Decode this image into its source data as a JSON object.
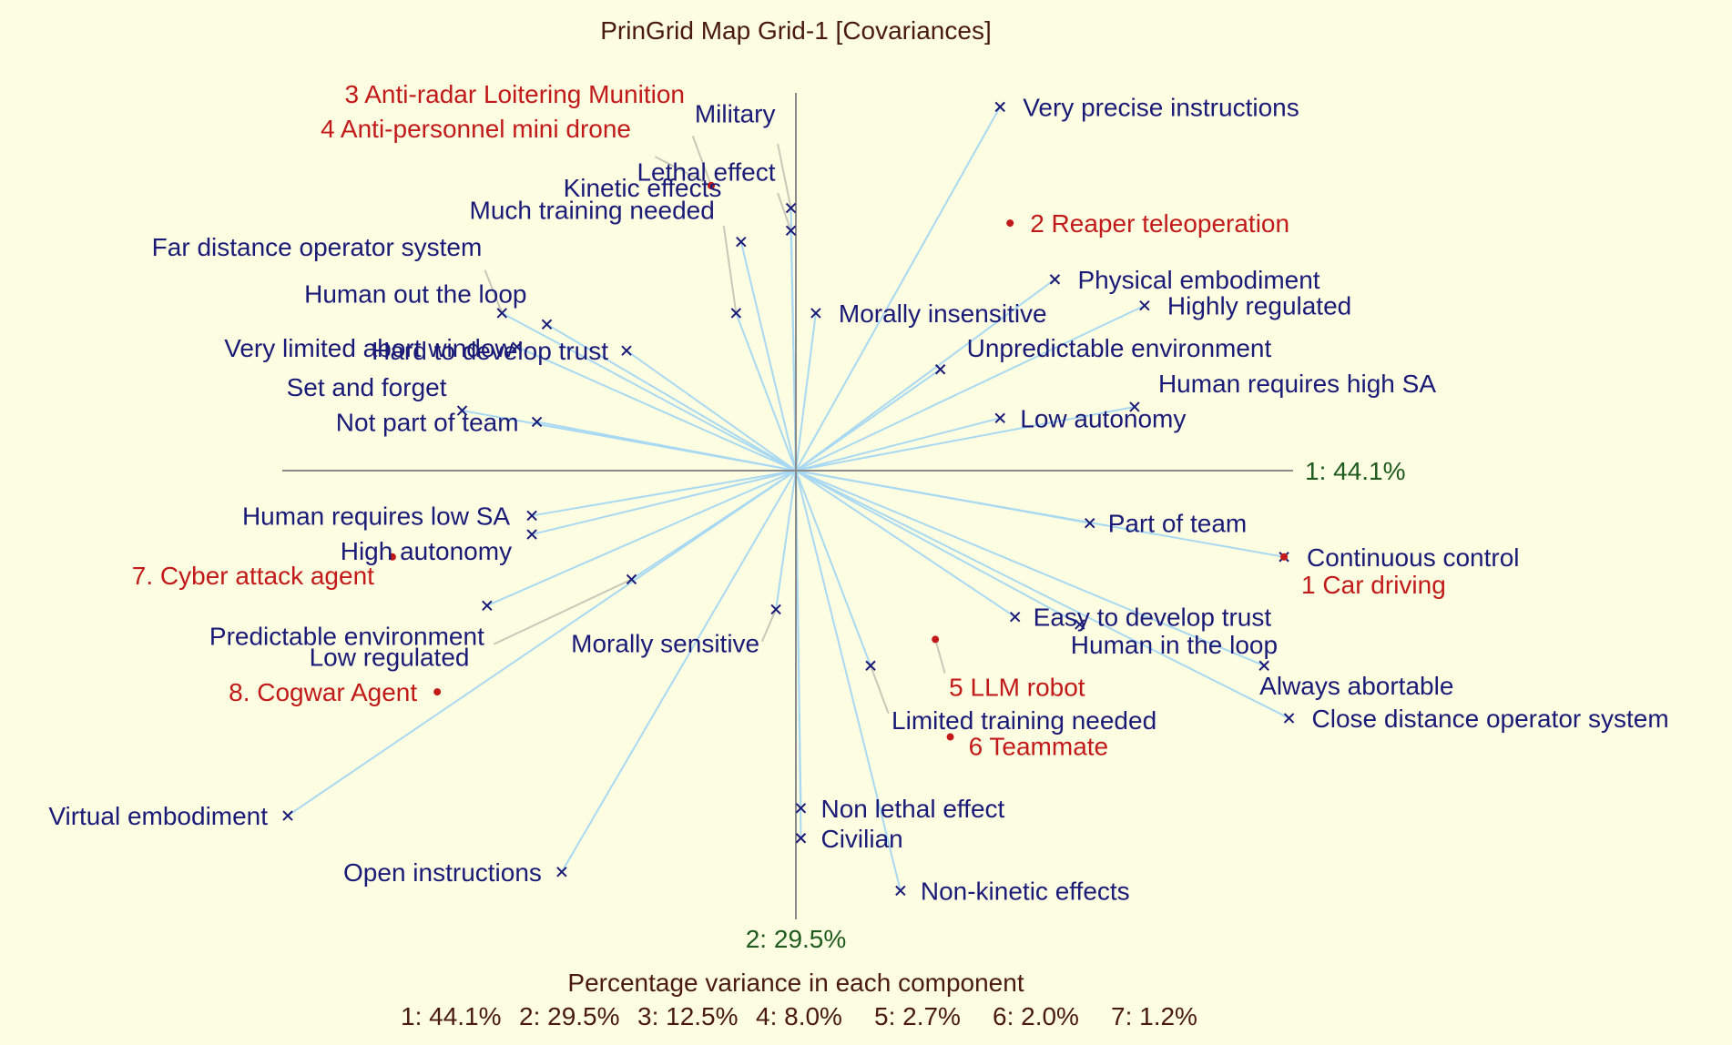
{
  "title": "PrinGrid Map Grid-1 [Covariances]",
  "chart_data": {
    "type": "scatter",
    "axes": {
      "x_label": "1: 44.1%",
      "y_label": "2: 29.5%",
      "x_range": [
        -1,
        1
      ],
      "y_range": [
        -1,
        1
      ]
    },
    "constructs": [
      {
        "name": "Very precise instructions",
        "x": 0.41,
        "y": 0.97
      },
      {
        "name": "Military",
        "x": -0.01,
        "y": 0.7
      },
      {
        "name": "Lethal effect",
        "x": -0.01,
        "y": 0.64
      },
      {
        "name": "Much training needed",
        "x": -0.11,
        "y": 0.61
      },
      {
        "name": "Kinetic effects",
        "x": -0.12,
        "y": 0.42
      },
      {
        "name": "Morally insensitive",
        "x": 0.04,
        "y": 0.42
      },
      {
        "name": "Far distance operator system",
        "x": -0.59,
        "y": 0.42
      },
      {
        "name": "Human out the loop",
        "x": -0.5,
        "y": 0.39
      },
      {
        "name": "Hard to develop trust",
        "x": -0.34,
        "y": 0.32
      },
      {
        "name": "Very limited abort window",
        "x": -0.56,
        "y": 0.33
      },
      {
        "name": "Set and forget",
        "x": -0.67,
        "y": 0.16
      },
      {
        "name": "Not part of team",
        "x": -0.52,
        "y": 0.13
      },
      {
        "name": "Physical embodiment",
        "x": 0.52,
        "y": 0.51
      },
      {
        "name": "Highly regulated",
        "x": 0.7,
        "y": 0.44
      },
      {
        "name": "Unpredictable environment",
        "x": 0.29,
        "y": 0.27
      },
      {
        "name": "Human requires high SA",
        "x": 0.68,
        "y": 0.17
      },
      {
        "name": "Low autonomy",
        "x": 0.41,
        "y": 0.14
      },
      {
        "name": "Human requires low SA",
        "x": -0.53,
        "y": -0.12
      },
      {
        "name": "High autonomy",
        "x": -0.53,
        "y": -0.17
      },
      {
        "name": "Predictable environment",
        "x": -0.62,
        "y": -0.36
      },
      {
        "name": "Low regulated",
        "x": -0.33,
        "y": -0.29
      },
      {
        "name": "Morally sensitive",
        "x": -0.04,
        "y": -0.37
      },
      {
        "name": "Virtual embodiment",
        "x": -1.02,
        "y": -0.92
      },
      {
        "name": "Open instructions",
        "x": -0.47,
        "y": -1.07
      },
      {
        "name": "Part of team",
        "x": 0.59,
        "y": -0.14
      },
      {
        "name": "Continuous control",
        "x": 0.98,
        "y": -0.23
      },
      {
        "name": "Easy to develop trust",
        "x": 0.44,
        "y": -0.39
      },
      {
        "name": "Human in the loop",
        "x": 0.57,
        "y": -0.41
      },
      {
        "name": "Always abortable",
        "x": 0.94,
        "y": -0.52
      },
      {
        "name": "Close distance operator system",
        "x": 0.99,
        "y": -0.66
      },
      {
        "name": "Limited training needed",
        "x": 0.15,
        "y": -0.52
      },
      {
        "name": "Non lethal effect",
        "x": 0.01,
        "y": -0.9
      },
      {
        "name": "Civilian",
        "x": 0.01,
        "y": -0.98
      },
      {
        "name": "Non-kinetic effects",
        "x": 0.21,
        "y": -1.12
      }
    ],
    "elements": [
      {
        "name": "1 Car driving",
        "x": 0.98,
        "y": -0.23
      },
      {
        "name": "2 Reaper teleoperation",
        "x": 0.43,
        "y": 0.66
      },
      {
        "name": "3 Anti-radar Loitering Munition",
        "x": -0.17,
        "y": 0.76
      },
      {
        "name": "4 Anti-personnel mini drone",
        "x": -0.17,
        "y": 0.76
      },
      {
        "name": "5 LLM robot",
        "x": 0.28,
        "y": -0.45
      },
      {
        "name": "6 Teammate",
        "x": 0.31,
        "y": -0.71
      },
      {
        "name": "7. Cyber attack agent",
        "x": -0.81,
        "y": -0.23
      },
      {
        "name": "8. Cogwar Agent",
        "x": -0.72,
        "y": -0.59
      }
    ]
  },
  "footer": {
    "heading": "Percentage variance in each component",
    "components": [
      "1: 44.1%",
      "2: 29.5%",
      "3: 12.5%",
      "4: 8.0%",
      "5: 2.7%",
      "6: 2.0%",
      "7: 1.2%"
    ]
  },
  "colors": {
    "background": "#FDFDE1",
    "construct": "#1a1a78",
    "element": "#c21a1a",
    "ray": "#a9d9f2",
    "axis": "#8a8a8a"
  }
}
